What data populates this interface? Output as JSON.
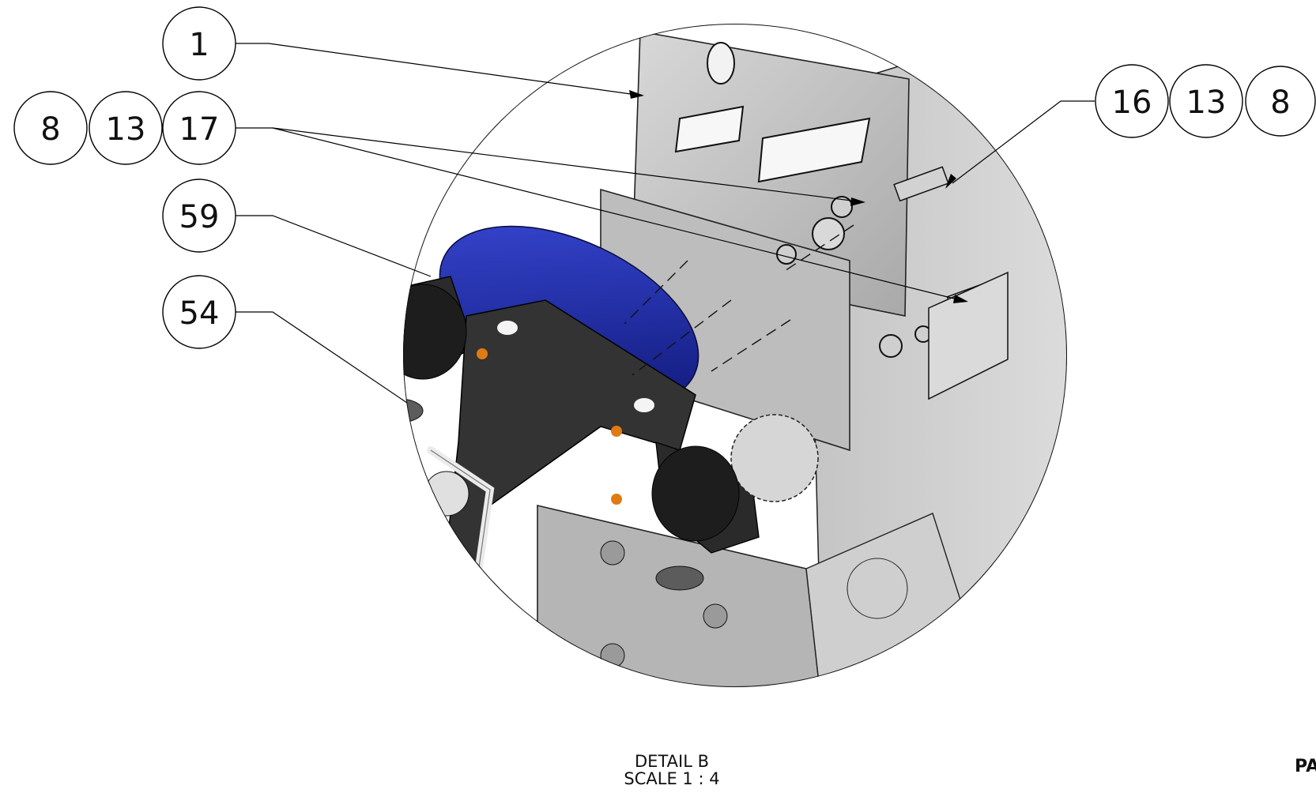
{
  "detail": {
    "title": "DETAIL B",
    "scale": "SCALE 1 : 4"
  },
  "sheet_mark": "PA",
  "balloons": {
    "b1": "1",
    "b8_left": "8",
    "b13_left": "13",
    "b17": "17",
    "b59": "59",
    "b54": "54",
    "b16": "16",
    "b13_right": "13",
    "b8_right": "8"
  },
  "colors": {
    "plate": "#c9c9c9",
    "plate_dark": "#9c9c9c",
    "motor_blue": "#1c2aa6",
    "bracket_black": "#2b2b2b",
    "accent_orange": "#e07a12"
  }
}
